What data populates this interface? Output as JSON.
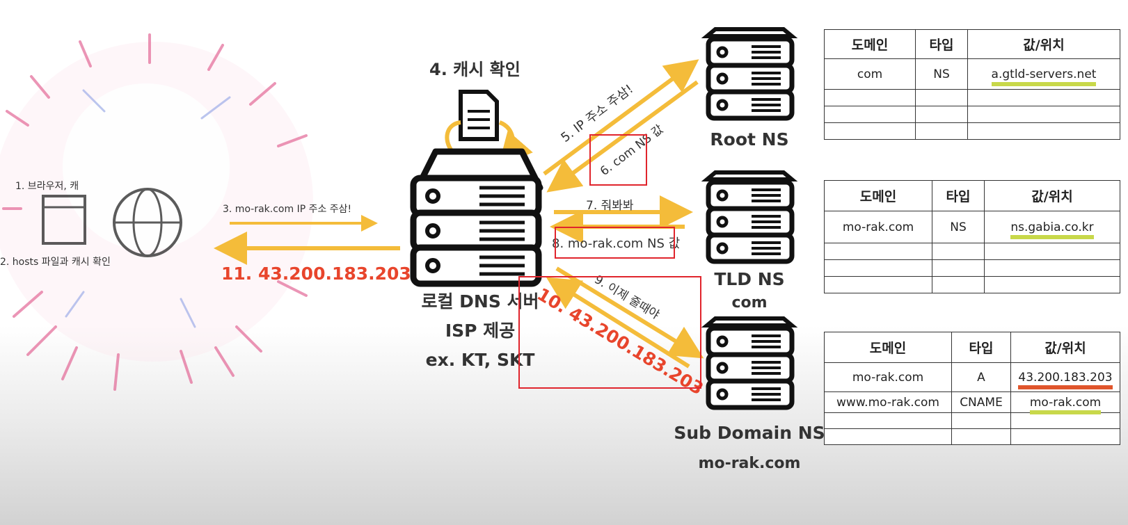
{
  "client": {
    "step1": "1. 브라우저, 캐",
    "step2": "2. hosts 파일과 캐시 확인",
    "step3": "3. mo-rak.com IP 주소 주삼!",
    "step11": "11. 43.200.183.203"
  },
  "local_dns": {
    "cache_check": "4. 캐시 확인",
    "label_line1": "로컬 DNS 서버",
    "label_line2": "ISP 제공",
    "label_line3": "ex. KT, SKT"
  },
  "arrows": {
    "step5": "5. IP 주소 주삼!",
    "step6": "6. com NS 값",
    "step7": "7. 줘봐봐",
    "step8": "8. mo-rak.com NS 값",
    "step9": "9. 이제 줄때야",
    "step10": "10. 43.200.183.203"
  },
  "servers": {
    "root": "Root NS",
    "tld": "TLD NS",
    "tld_sub": "com",
    "sub": "Sub Domain NS",
    "sub_sub": "mo-rak.com"
  },
  "tables": {
    "headers": [
      "도메인",
      "타입",
      "값/위치"
    ],
    "root": [
      {
        "domain": "com",
        "type": "NS",
        "value": "a.gtld-servers.net"
      }
    ],
    "tld": [
      {
        "domain": "mo-rak.com",
        "type": "NS",
        "value": "ns.gabia.co.kr"
      }
    ],
    "sub": [
      {
        "domain": "mo-rak.com",
        "type": "A",
        "value": "43.200.183.203"
      },
      {
        "domain": "www.mo-rak.com",
        "type": "CNAME",
        "value": "mo-rak.com"
      }
    ]
  },
  "colors": {
    "arrow": "#f4bc3a",
    "answer_red": "#e8452c",
    "box_red": "#e0242c",
    "highlight_green": "#c8d84a"
  }
}
